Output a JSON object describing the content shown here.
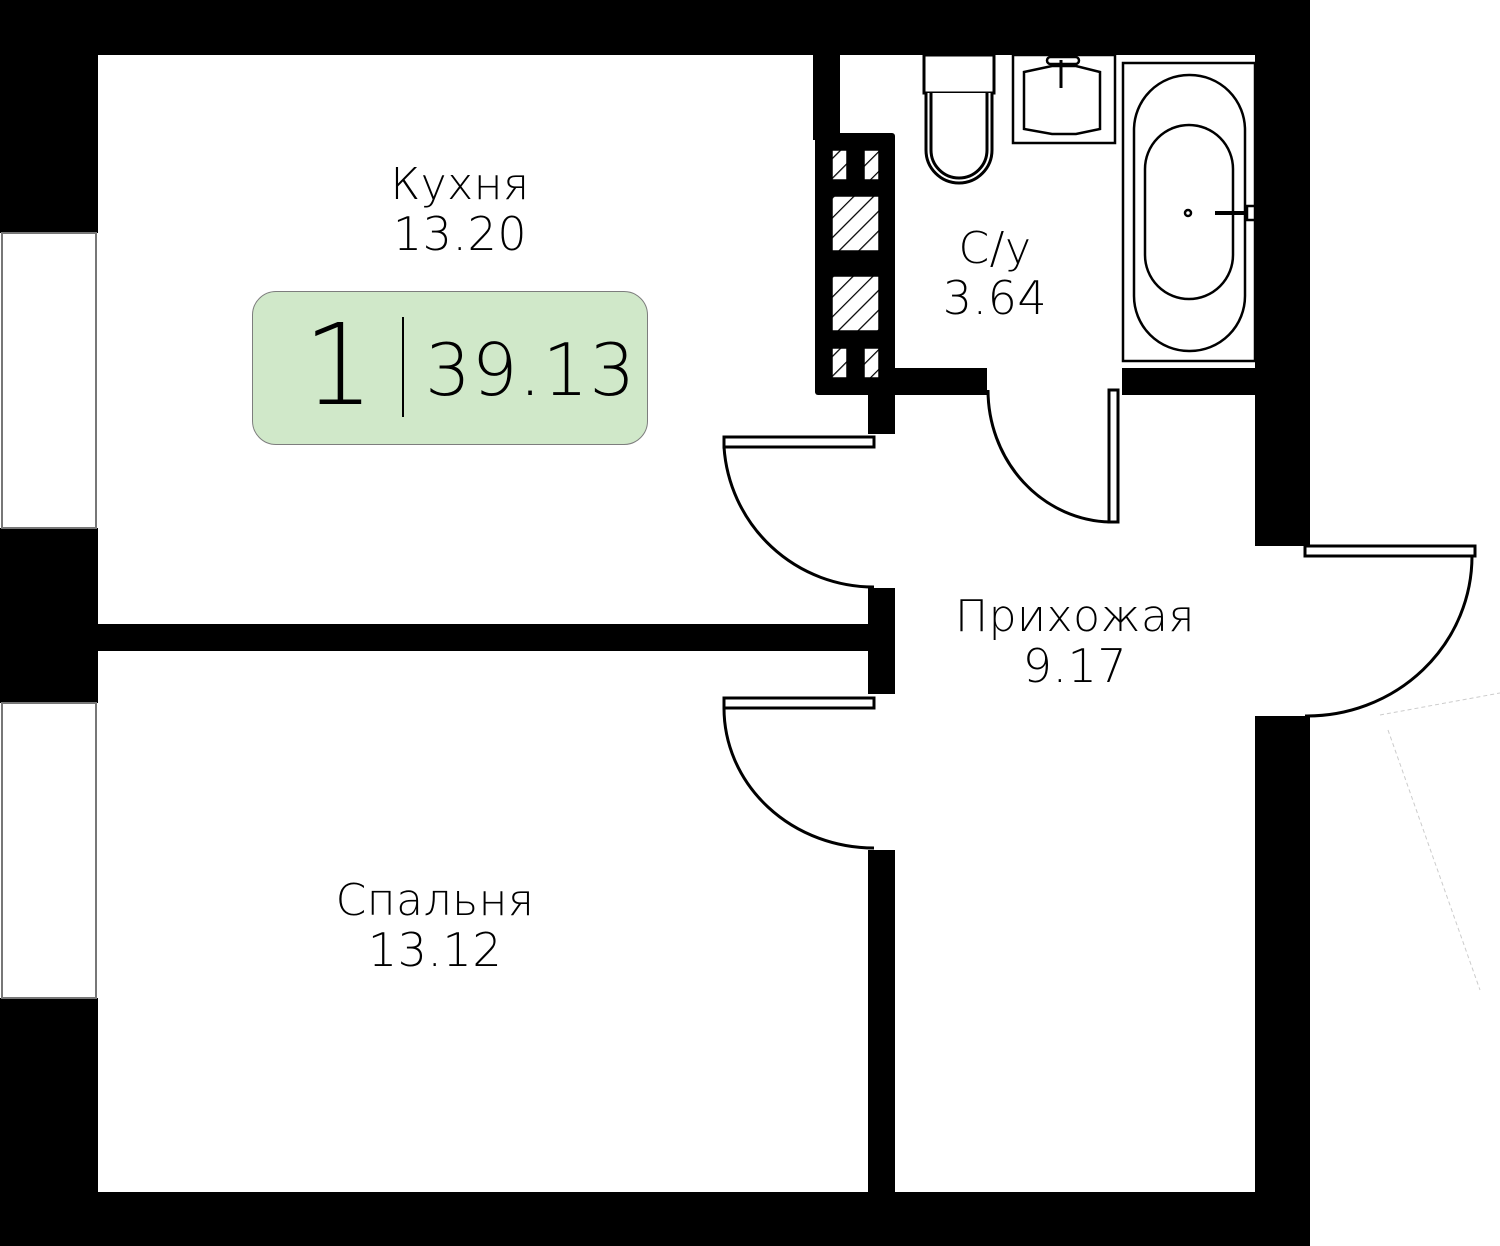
{
  "plan": {
    "type": "apartment-floor-plan",
    "summary": {
      "rooms_count": "1",
      "total_area": "39.13",
      "badge_color": "#d0e8c9"
    },
    "rooms": [
      {
        "id": "kitchen",
        "name": "Кухня",
        "area": "13.20"
      },
      {
        "id": "bathroom",
        "name": "С/у",
        "area": "3.64"
      },
      {
        "id": "hallway",
        "name": "Прихожая",
        "area": "9.17"
      },
      {
        "id": "bedroom",
        "name": "Спальня",
        "area": "13.12"
      }
    ],
    "colors": {
      "wall": "#000000",
      "floor": "#ffffff",
      "fixture_line": "#000000"
    }
  }
}
